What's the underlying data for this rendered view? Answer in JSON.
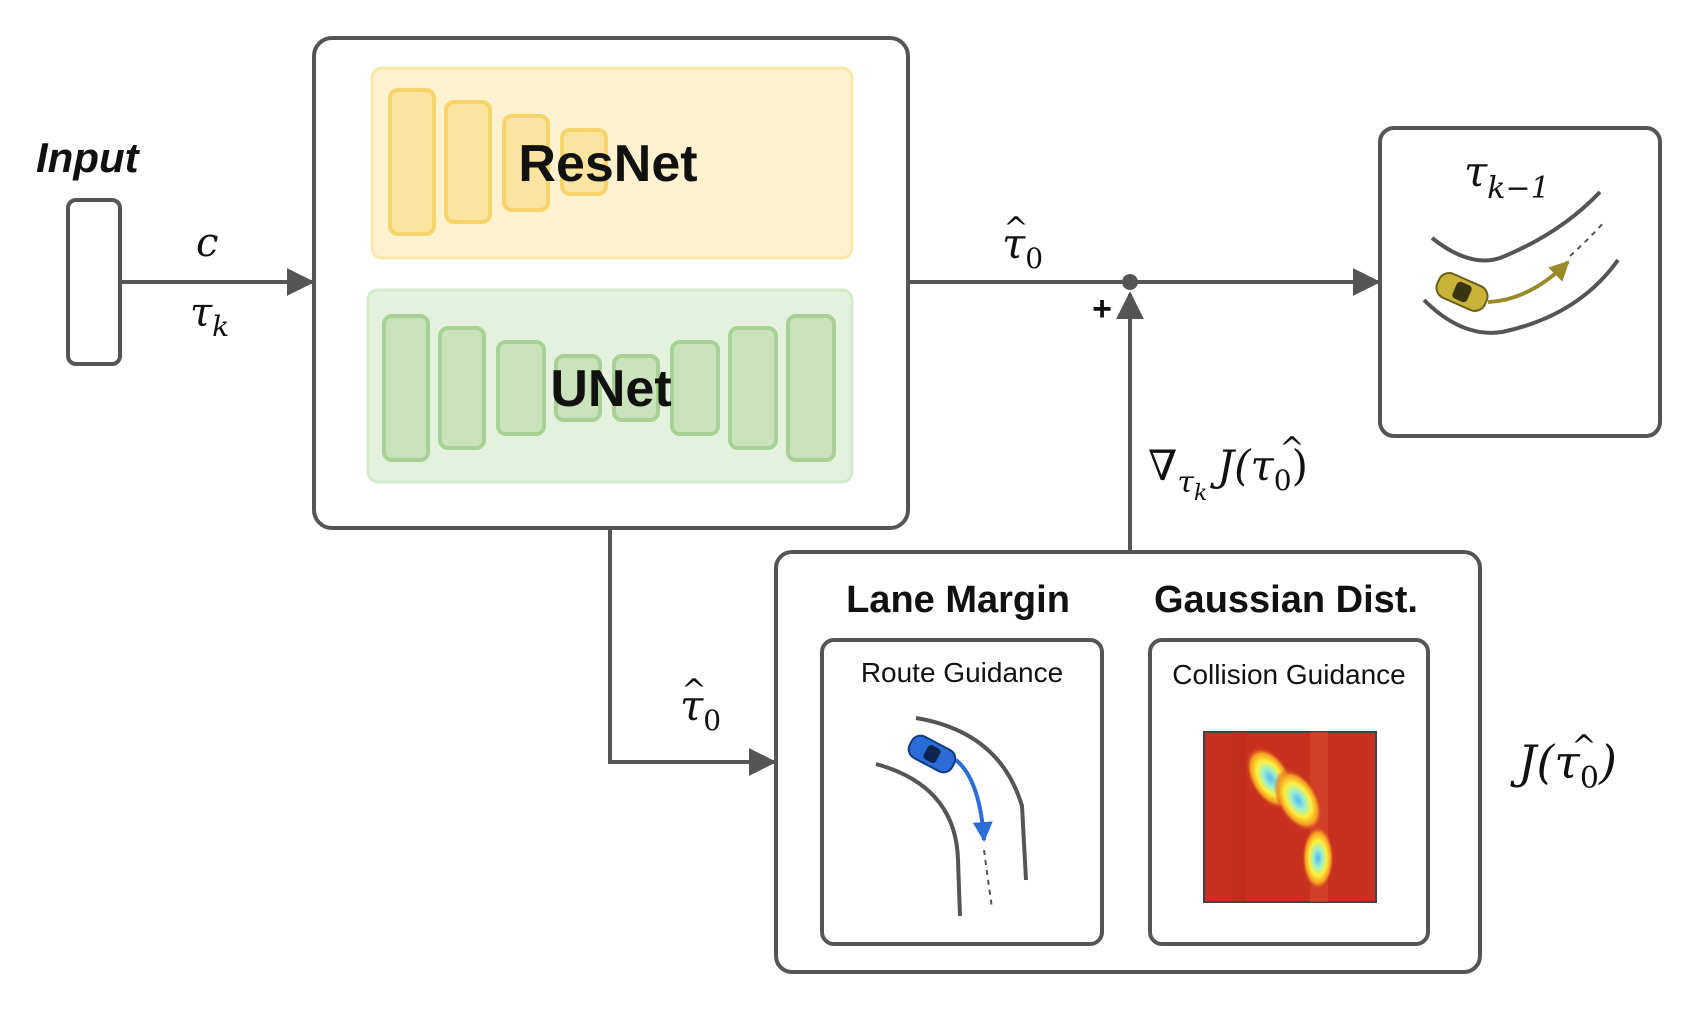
{
  "input": {
    "label": "Input"
  },
  "input_edge": {
    "cond": "c",
    "noise_sym": "τ",
    "noise_sub": "k"
  },
  "model": {
    "resnet_label": "ResNet",
    "unet_label": "UNet"
  },
  "prediction": {
    "sym": "τ",
    "hat": "^",
    "sub": "0"
  },
  "sum_node": {
    "plus": "+"
  },
  "gradient": {
    "nabla": "∇",
    "sym": "τ",
    "sub": "k",
    "func": "J(",
    "inner": "τ",
    "inner_sub": "0",
    "close": ")"
  },
  "output": {
    "sym": "τ",
    "sub": "k−1"
  },
  "guidance": {
    "lane_title": "Lane Margin",
    "gauss_title": "Gaussian Dist.",
    "route_label": "Route Guidance",
    "collision_label": "Collision Guidance",
    "cost_func": "J(",
    "cost_sym": "τ",
    "cost_sub": "0",
    "cost_close": ")"
  },
  "colors": {
    "stroke": "#555555",
    "resnet_fill": "#fdf1cf",
    "resnet_block": "#f9dc7a",
    "unet_fill": "#e3f1dd",
    "unet_block": "#b4d9a6",
    "route_car": "#2a6cd8",
    "output_car": "#c9b43a",
    "heatmap_bg": "#c8311f"
  }
}
